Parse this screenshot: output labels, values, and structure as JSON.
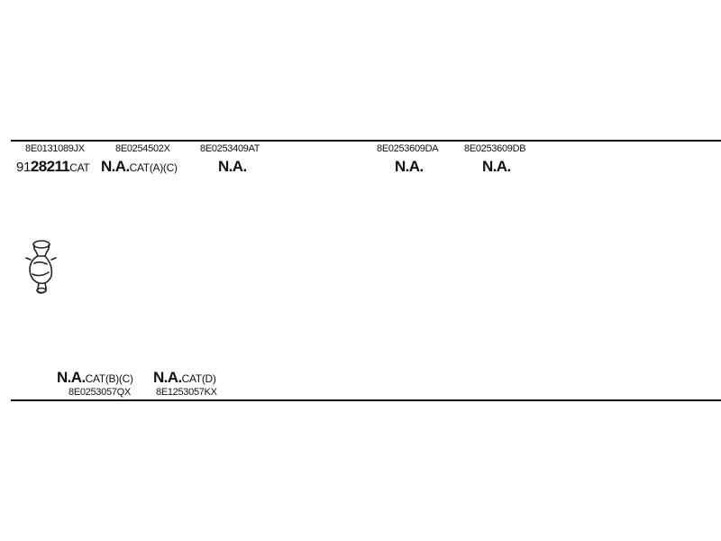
{
  "parts_top": [
    {
      "oe_number": "8E0131089JX",
      "prefix": "91",
      "article": "28211",
      "suffix": "CAT"
    },
    {
      "oe_number": "8E0254502X",
      "prefix": "",
      "article": "N.A.",
      "suffix": "CAT(A)(C)"
    },
    {
      "oe_number": "8E0253409AT",
      "prefix": "",
      "article": "N.A.",
      "suffix": ""
    },
    {
      "oe_number": "8E0253609DA",
      "prefix": "",
      "article": "N.A.",
      "suffix": ""
    },
    {
      "oe_number": "8E0253609DB",
      "prefix": "",
      "article": "N.A.",
      "suffix": ""
    }
  ],
  "parts_bottom": [
    {
      "oe_number": "8E0253057QX",
      "article": "N.A.",
      "suffix": "CAT(B)(C)"
    },
    {
      "oe_number": "8E1253057KX",
      "article": "N.A.",
      "suffix": "CAT(D)"
    }
  ],
  "drawing": {
    "icon": "catalytic-converter-icon"
  }
}
